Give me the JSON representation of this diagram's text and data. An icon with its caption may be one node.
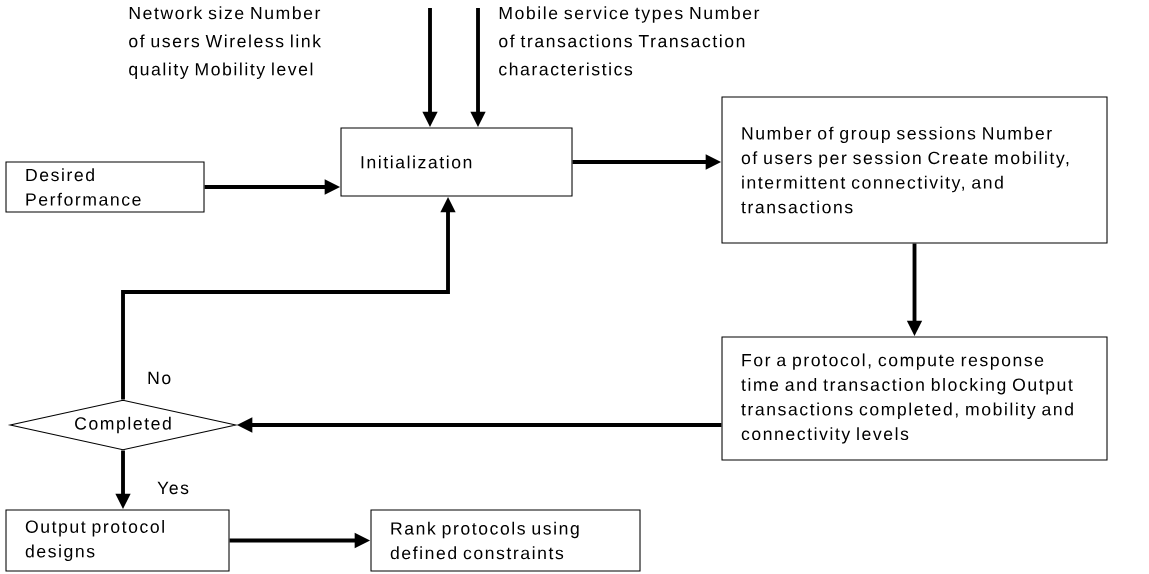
{
  "diagram": {
    "nodes": [
      {
        "text": [
          "Desired Performance"
        ]
      },
      {
        "text": [
          "Initialization"
        ]
      },
      {
        "text": [
          "Number of group sessions Number of users per session Create mobility, intermittent connectivity, and transactions"
        ]
      },
      {
        "text": [
          "For a protocol, compute response time and transaction blocking Output transactions completed, mobility and connectivity levels"
        ]
      },
      {
        "text": [
          "Completed"
        ]
      },
      {
        "text": [
          "Output protocol designs"
        ]
      },
      {
        "text": [
          "Rank protocols using defined constraints"
        ]
      }
    ],
    "edges": [
      {
        "from": null,
        "to": 1,
        "arrow": "to"
      },
      {
        "from": null,
        "to": 1,
        "arrow": "to"
      },
      {
        "from": 0,
        "to": 1,
        "arrow": "to"
      },
      {
        "from": 1,
        "to": 2,
        "arrow": "to"
      },
      {
        "from": 2,
        "to": 3,
        "arrow": "to"
      },
      {
        "from": 3,
        "to": 4,
        "arrow": "to"
      },
      {
        "from": 4,
        "to": 1,
        "arrow": "to",
        "label": "No"
      },
      {
        "from": 4,
        "to": 5,
        "arrow": "to",
        "label": "Yes"
      },
      {
        "from": 5,
        "to": 6,
        "arrow": "to"
      }
    ],
    "labels": [
      "Network size Number of users Wireless link quality Mobility level",
      "Mobile service types Number of transactions Transaction characteristics"
    ]
  }
}
